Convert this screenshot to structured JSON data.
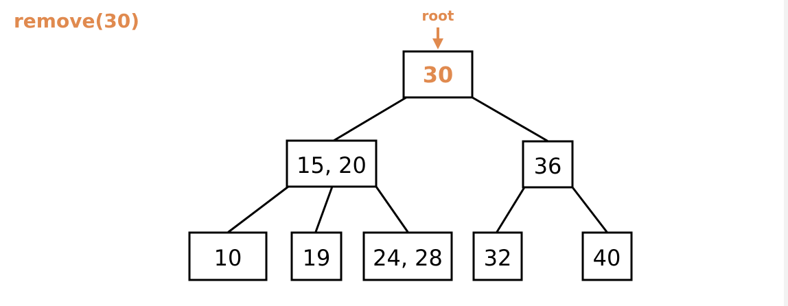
{
  "operation": "remove(30)",
  "root_label": "root",
  "colors": {
    "accent": "#E08A4F",
    "stroke": "#000000",
    "background": "#ffffff"
  },
  "tree": {
    "root": "30",
    "level1": [
      "15, 20",
      "36"
    ],
    "level2": [
      "10",
      "19",
      "24, 28",
      "32",
      "40"
    ]
  }
}
